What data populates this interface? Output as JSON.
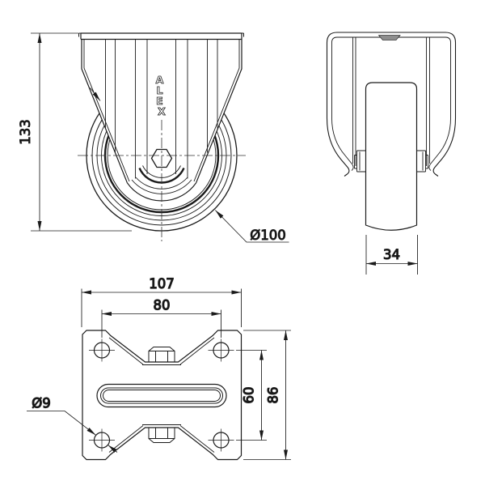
{
  "drawing": {
    "logo_letters": [
      "A",
      "L",
      "E",
      "X"
    ],
    "dimensions": {
      "overall_height": "133",
      "wheel_diameter": "Ø100",
      "wheel_width": "34",
      "plate_length": "107",
      "hole_spacing_length": "80",
      "hole_spacing_width": "60",
      "plate_width": "86",
      "hole_diameter": "Ø9"
    },
    "colors": {
      "line": "#1b1b1b",
      "background": "#ffffff",
      "notch_fill": "#8e8e8e"
    }
  }
}
